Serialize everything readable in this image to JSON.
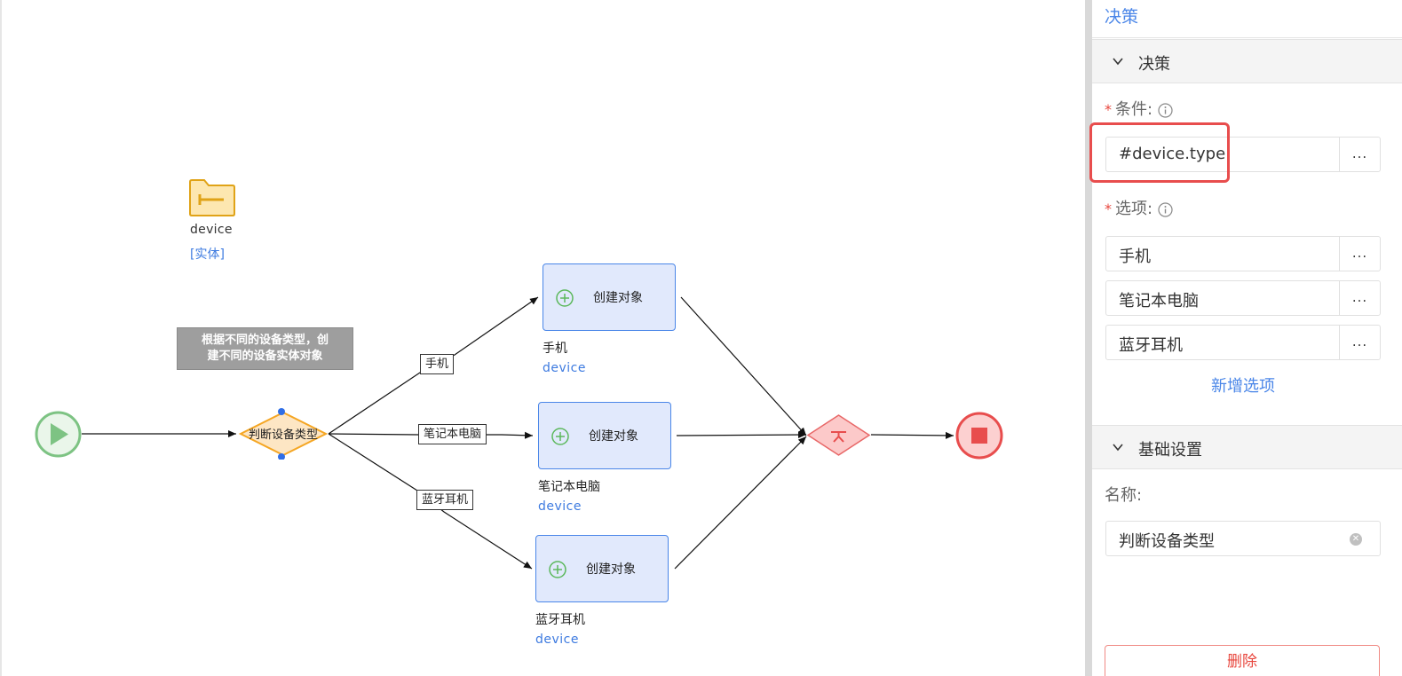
{
  "canvas": {
    "entity": {
      "name": "device",
      "type": "[实体]"
    },
    "comment": {
      "line1": "根据不同的设备类型，创",
      "line2": "建不同的设备实体对象"
    },
    "decision": {
      "label": "判断设备类型"
    },
    "edge_labels": [
      "手机",
      "笔记本电脑",
      "蓝牙耳机"
    ],
    "tasks": [
      {
        "label": "创建对象",
        "name": "手机",
        "var": "device"
      },
      {
        "label": "创建对象",
        "name": "笔记本电脑",
        "var": "device"
      },
      {
        "label": "创建对象",
        "name": "蓝牙耳机",
        "var": "device"
      }
    ]
  },
  "panel": {
    "title": "决策",
    "section_decision": "决策",
    "condition_label": "条件:",
    "condition_value": "#device.type",
    "options_label": "选项:",
    "options": [
      "手机",
      "笔记本电脑",
      "蓝牙耳机"
    ],
    "more_label": "...",
    "add_option": "新增选项",
    "section_basic": "基础设置",
    "name_label": "名称:",
    "name_value": "判断设备类型",
    "delete_label": "删除",
    "required_mark": "*"
  },
  "colors": {
    "accent": "#4a86e8",
    "start": "#7dc383",
    "end": "#e84d4d",
    "decision": "#f5a623",
    "highlight": "#e84d4d"
  }
}
